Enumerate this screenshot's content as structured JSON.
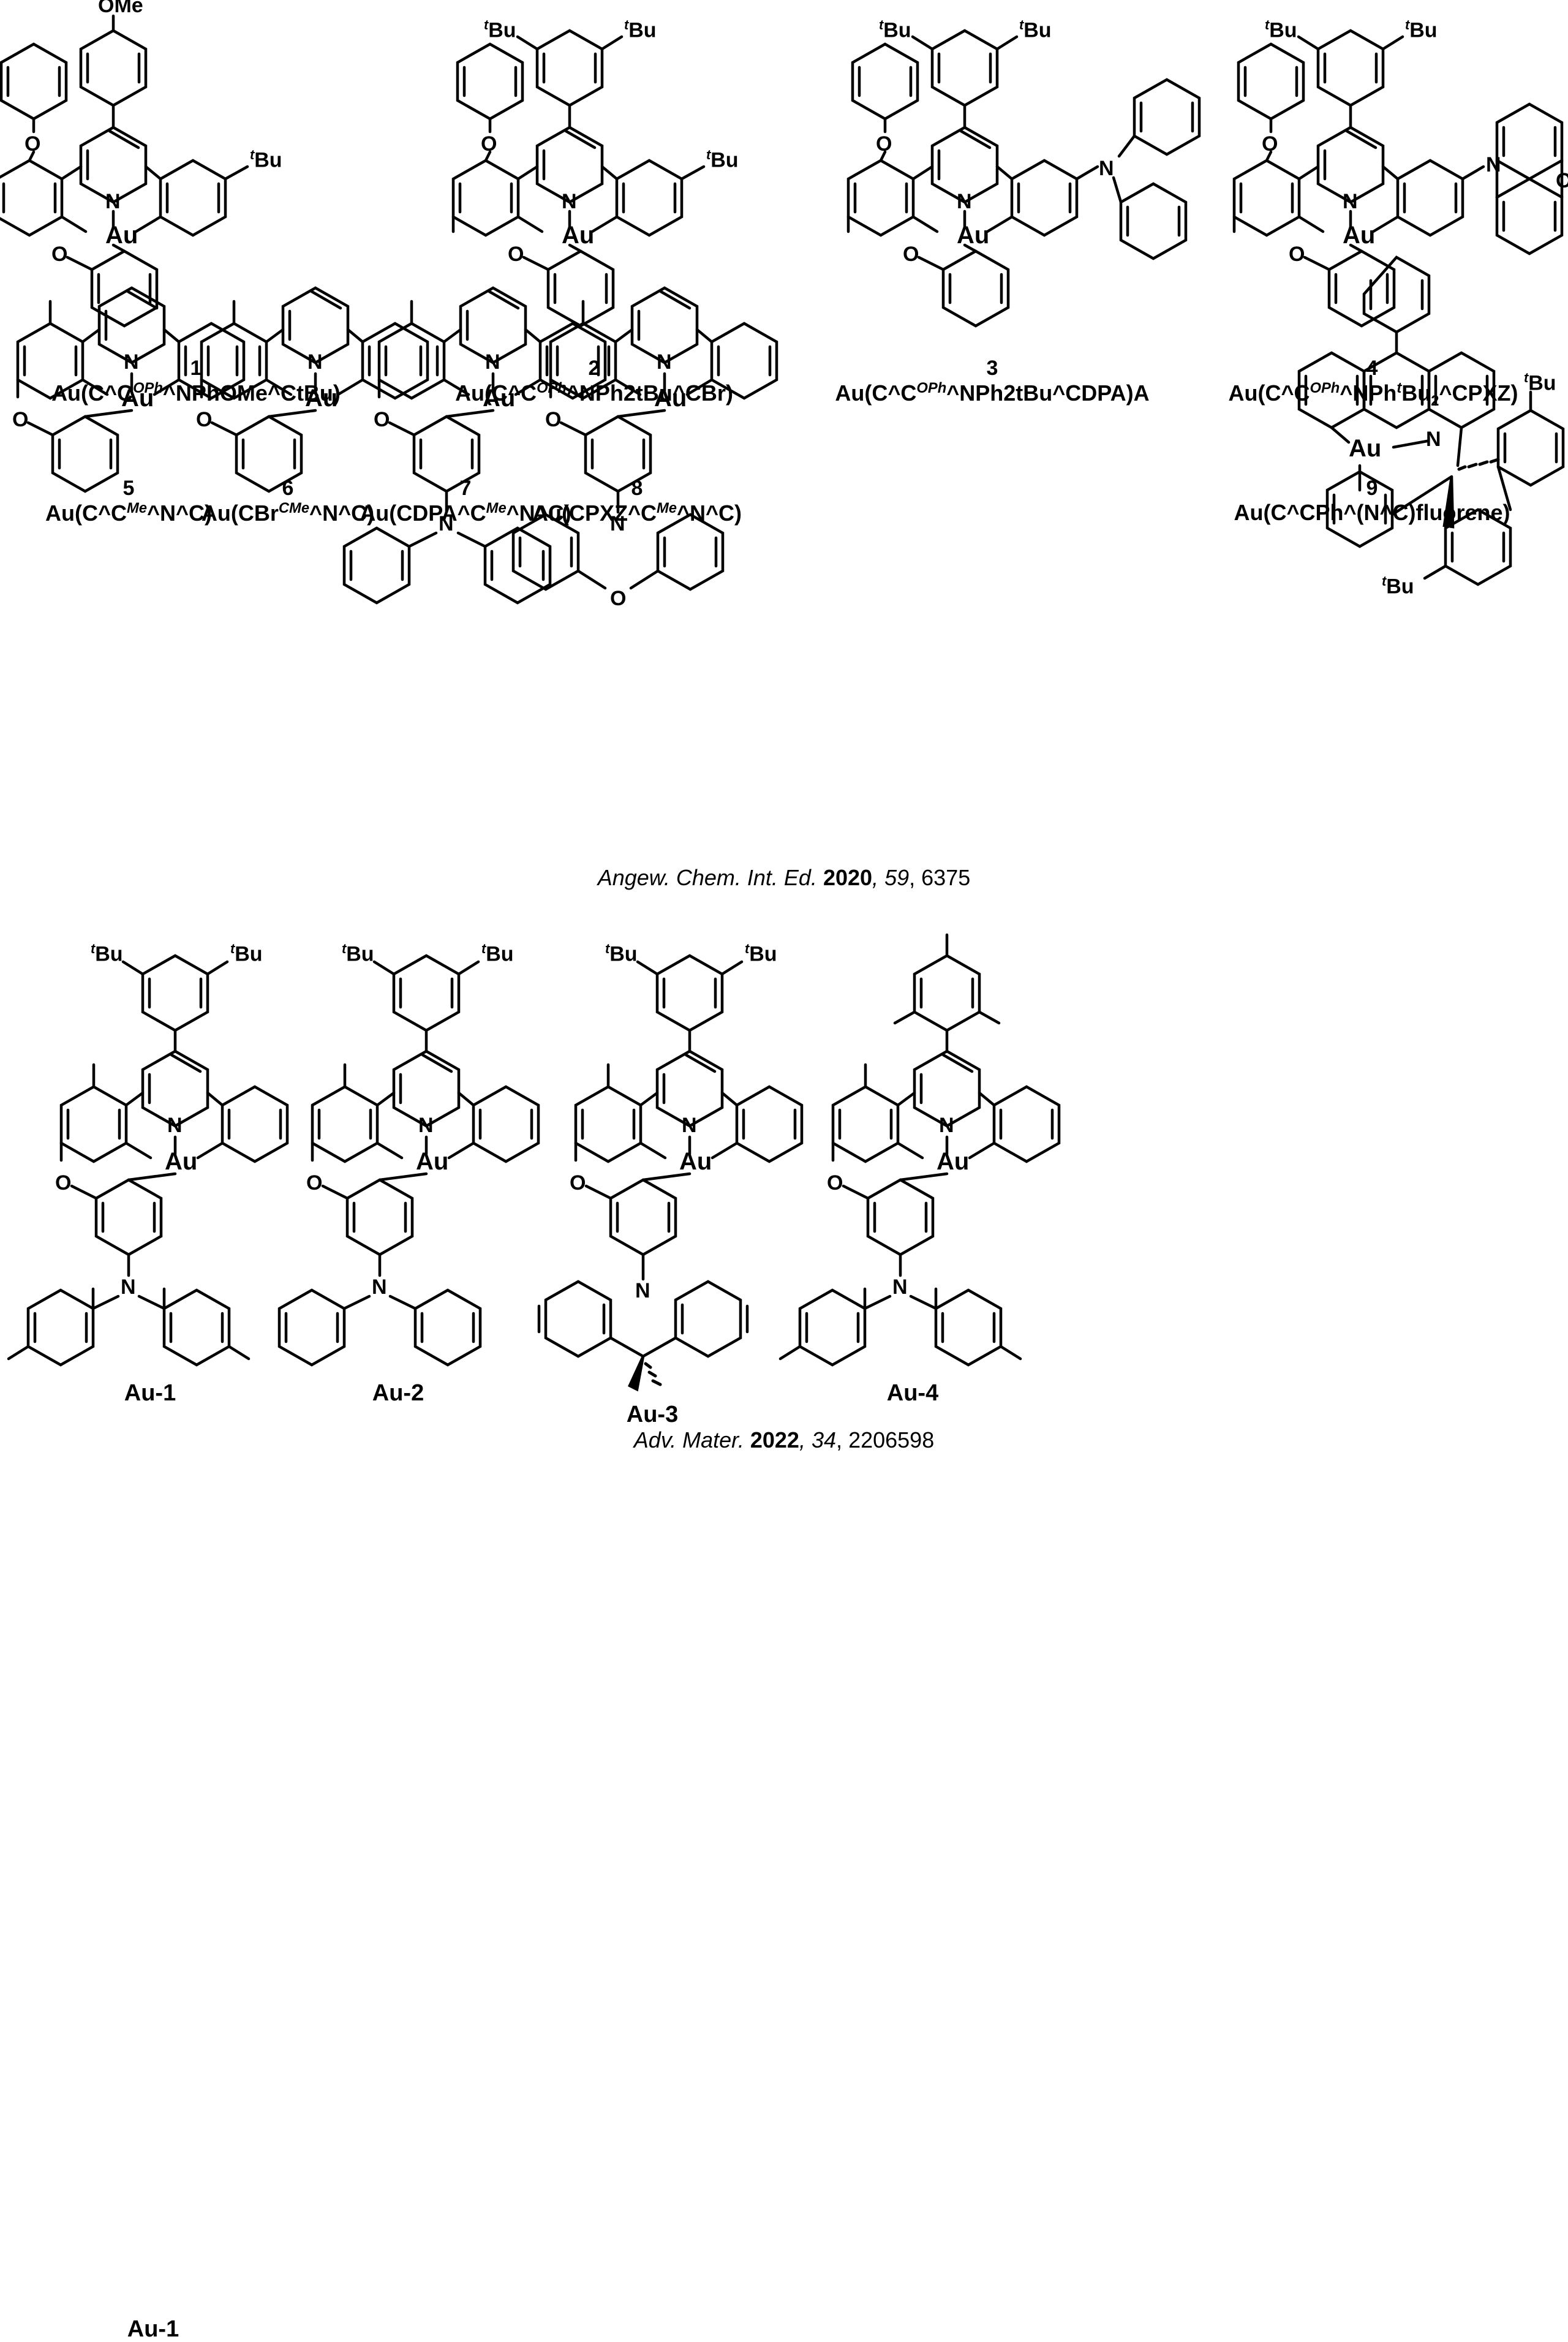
{
  "figure": {
    "type": "chemical-structure-panel",
    "description": "Gold(III) complex molecular structures in three rows"
  },
  "row1": {
    "compounds": [
      {
        "number": "1",
        "name_parts": [
          {
            "t": "Au(C^C"
          },
          {
            "sup": "OPh"
          },
          {
            "t": "^NPhOMe^CtBu)"
          }
        ],
        "name_plain": "Au(C^C^OPh^NPhOMe^CtBu)",
        "substituent_labels": [
          "OMe",
          "O",
          "N",
          "Au",
          "O",
          "tBu"
        ]
      },
      {
        "number": "2",
        "name_parts": [
          {
            "t": "Au(C^C"
          },
          {
            "sup": "OPh"
          },
          {
            "t": "^NPh2tBu^CBr)"
          }
        ],
        "name_plain": "Au(C^C^OPh^NPh2tBu^CBr)",
        "substituent_labels": [
          "tBu",
          "tBu",
          "O",
          "N",
          "Au",
          "O",
          "tBu"
        ]
      },
      {
        "number": "3",
        "name_parts": [
          {
            "t": "Au(C^C"
          },
          {
            "sup": "OPh"
          },
          {
            "t": "^NPh2tBu^CDPA)A"
          }
        ],
        "name_plain": "Au(C^C^OPh^NPh2tBu^CDPA)A",
        "substituent_labels": [
          "tBu",
          "tBu",
          "O",
          "N",
          "Au",
          "O",
          "N"
        ]
      },
      {
        "number": "4",
        "name_parts": [
          {
            "t": "Au(C^C"
          },
          {
            "sup": "OPh"
          },
          {
            "t": "^NPh"
          },
          {
            "sup": "t"
          },
          {
            "t": "Bu"
          },
          {
            "sub": "2"
          },
          {
            "t": "^CPXZ)"
          }
        ],
        "name_plain": "Au(C^C^OPh^NPh^tBu2^CPXZ)",
        "substituent_labels": [
          "tBu",
          "tBu",
          "O",
          "N",
          "Au",
          "O",
          "N",
          "O"
        ]
      }
    ]
  },
  "row2": {
    "compounds": [
      {
        "number": "5",
        "name_parts": [
          {
            "t": "Au(C^C"
          },
          {
            "sup": "Me"
          },
          {
            "t": "^N^C)"
          }
        ],
        "name_plain": "Au(C^C^Me^N^C)",
        "substituent_labels": [
          "N",
          "Au",
          "O"
        ]
      },
      {
        "number": "6",
        "name_parts": [
          {
            "t": "Au(CBr"
          },
          {
            "sup": "CMe"
          },
          {
            "t": "^N^C)"
          }
        ],
        "name_plain": "Au(CBr^CMe^N^C)",
        "substituent_labels": [
          "N",
          "Au",
          "O"
        ]
      },
      {
        "number": "7",
        "name_parts": [
          {
            "t": "Au(CDPA^C"
          },
          {
            "sup": "Me"
          },
          {
            "t": "^N^C)"
          }
        ],
        "name_plain": "Au(CDPA^C^Me^N^C)",
        "substituent_labels": [
          "N",
          "Au",
          "O",
          "N"
        ]
      },
      {
        "number": "8",
        "name_parts": [
          {
            "t": "Au(CPXZ^C"
          },
          {
            "sup": "Me"
          },
          {
            "t": "^N^C)"
          }
        ],
        "name_plain": "Au(CPXZ^C^Me^N^C)",
        "substituent_labels": [
          "N",
          "Au",
          "O",
          "N",
          "O"
        ]
      },
      {
        "number": "9",
        "name_parts": [
          {
            "t": "Au(C^CPh^(N^C)fluorene)"
          }
        ],
        "name_plain": "Au(C^CPh^(N^C)fluorene)",
        "substituent_labels": [
          "Au",
          "N",
          "tBu",
          "tBu"
        ]
      }
    ]
  },
  "row3": {
    "compounds": [
      {
        "label": "Au-1",
        "substituent_labels": [
          "tBu",
          "tBu",
          "N",
          "Au",
          "O",
          "N"
        ]
      },
      {
        "label": "Au-2",
        "substituent_labels": [
          "tBu",
          "tBu",
          "N",
          "Au",
          "O",
          "N"
        ]
      },
      {
        "label": "Au-3",
        "substituent_labels": [
          "tBu",
          "tBu",
          "N",
          "Au",
          "O",
          "N"
        ]
      },
      {
        "label": "Au-4",
        "substituent_labels": [
          "N",
          "Au",
          "O",
          "N"
        ]
      }
    ]
  },
  "citations": {
    "first": {
      "journal": "Angew. Chem. Int. Ed.",
      "year": "2020",
      "volume": "59",
      "page": "6375"
    },
    "second": {
      "journal": "Adv. Mater.",
      "year": "2022",
      "volume": "34",
      "page": "2206598"
    }
  },
  "atoms": {
    "au": "Au",
    "n": "N",
    "o": "O",
    "ome": "OMe",
    "tbu_sup": "t",
    "tbu_body": "Bu"
  }
}
